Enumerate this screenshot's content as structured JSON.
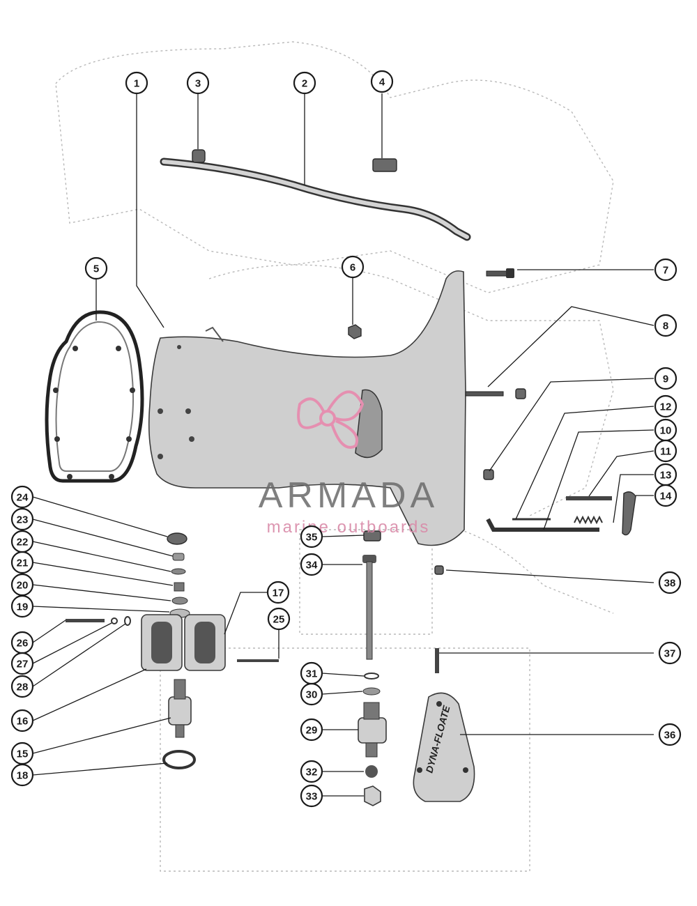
{
  "watermark": {
    "title": "ARMADA",
    "subtitle": "marine outboards",
    "logo_icon": "propeller-logo-icon",
    "logo_color": "#e58fb0"
  },
  "plate_label": "DYNA-FLOATE",
  "callouts": [
    "1",
    "2",
    "3",
    "4",
    "5",
    "6",
    "7",
    "8",
    "9",
    "10",
    "11",
    "12",
    "13",
    "14",
    "15",
    "16",
    "17",
    "18",
    "19",
    "20",
    "21",
    "22",
    "23",
    "24",
    "25",
    "26",
    "27",
    "28",
    "29",
    "30",
    "31",
    "32",
    "33",
    "34",
    "35",
    "36",
    "37",
    "38"
  ]
}
